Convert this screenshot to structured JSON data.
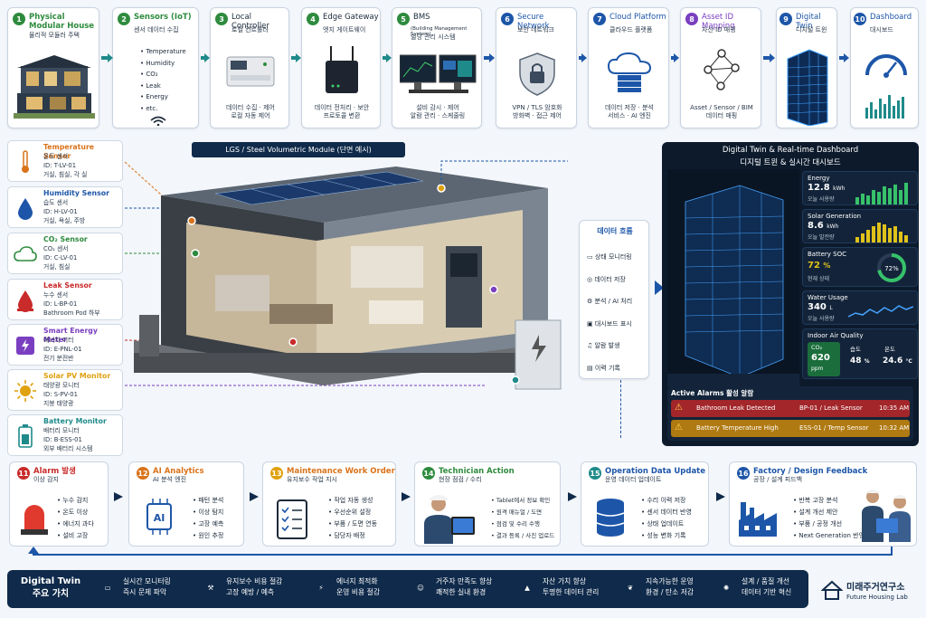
{
  "top_steps": [
    {
      "n": "1",
      "title": "Physical\nModular House",
      "sub": "물리적 모듈러 주택",
      "caption": ""
    },
    {
      "n": "2",
      "title": "Sensors (IoT)",
      "sub": "센서 데이터 수집",
      "caption": "",
      "items": [
        "Temperature",
        "Humidity",
        "CO₂",
        "Leak",
        "Energy",
        "etc."
      ]
    },
    {
      "n": "3",
      "title": "Local Controller",
      "sub": "로컬 컨트롤러",
      "caption": "데이터 수집 · 제어\n로컬 자동 제어"
    },
    {
      "n": "4",
      "title": "Edge Gateway",
      "sub": "엣지 게이트웨이",
      "caption": "데이터 전처리 · 보안\n프로토콜 변환"
    },
    {
      "n": "5",
      "title": "BMS",
      "sub": "빌딩 관리 시스템",
      "sub2": "(Building Management System)",
      "caption": "설비 감시 · 제어\n알람 관리 · 스케줄링"
    },
    {
      "n": "6",
      "title": "Secure Network",
      "sub": "보안 네트워크",
      "caption": "VPN / TLS 암호화\n방화벽 · 접근 제어"
    },
    {
      "n": "7",
      "title": "Cloud Platform",
      "sub": "클라우드 플랫폼",
      "caption": "데이터 저장 · 분석\n서비스 · AI 엔진"
    },
    {
      "n": "8",
      "title": "Asset ID Mapping",
      "sub": "자산 ID 매핑",
      "caption": "Asset / Sensor / BIM\n데이터 매핑"
    },
    {
      "n": "9",
      "title": "Digital Twin",
      "sub": "디지털 트윈",
      "caption": ""
    },
    {
      "n": "10",
      "title": "Dashboard",
      "sub": "대시보드",
      "caption": ""
    }
  ],
  "sensors": [
    {
      "title": "Temperature Sensor",
      "kr": "온도 센서",
      "id": "ID: T-LV-01",
      "loc": "거실, 침실, 각 실",
      "color": "#d9731a"
    },
    {
      "title": "Humidity Sensor",
      "kr": "습도 센서",
      "id": "ID: H-LV-01",
      "loc": "거실, 욕실, 주방",
      "color": "#1d56a8"
    },
    {
      "title": "CO₂ Sensor",
      "kr": "CO₂ 센서",
      "id": "ID: C-LV-01",
      "loc": "거실, 침실",
      "color": "#2e8b3e"
    },
    {
      "title": "Leak Sensor",
      "kr": "누수 센서",
      "id": "ID: L-BP-01",
      "loc": "Bathroom Pod 하부",
      "color": "#c92a2a"
    },
    {
      "title": "Smart Energy Meter",
      "kr": "에너지 미터",
      "id": "ID: E-PNL-01",
      "loc": "전기 분전반",
      "color": "#7a3fc0"
    },
    {
      "title": "Solar PV Monitor",
      "kr": "태양광 모니터",
      "id": "ID: S-PV-01",
      "loc": "지붕 태양광",
      "color": "#e0a10f"
    },
    {
      "title": "Battery Monitor",
      "kr": "배터리 모니터",
      "id": "ID: B-ESS-01",
      "loc": "외부 배터리 시스템",
      "color": "#1f8a8a"
    }
  ],
  "module_title": "LGS / Steel Volumetric Module (단면 예시)",
  "data_flow": {
    "title": "데이터 흐름",
    "items": [
      "상태 모니터링",
      "데이터 저장",
      "분석 / AI 처리",
      "대시보드 표시",
      "알람 발생",
      "이력 기록"
    ]
  },
  "dashboard": {
    "title": "Digital Twin & Real-time Dashboard",
    "title_kr": "디지털 트윈 & 실시간 대시보드",
    "kpis": [
      {
        "label": "Energy",
        "value": "12.8",
        "unit": "kWh",
        "note": "오늘 사용량"
      },
      {
        "label": "Solar Generation",
        "value": "8.6",
        "unit": "kWh",
        "note": "오늘 발전량"
      },
      {
        "label": "Battery SOC",
        "value": "72",
        "unit": "%",
        "note": "현재 상태",
        "gauge": "72%"
      },
      {
        "label": "Water Usage",
        "value": "340",
        "unit": "L",
        "note": "오늘 사용량"
      }
    ],
    "iaq": {
      "label": "Indoor Air Quality",
      "co2_label": "CO₂",
      "co2_value": "620",
      "co2_unit": "ppm",
      "hum_label": "습도",
      "hum_value": "48",
      "hum_unit": "%",
      "temp_label": "온도",
      "temp_value": "24.6",
      "temp_unit": "°C"
    },
    "battery_soc": 0.72,
    "alarms_title": "Active Alarms  활성 알람",
    "alarms": [
      {
        "text": "Bathroom Leak Detected",
        "src": "BP-01 / Leak Sensor",
        "time": "10:35 AM",
        "color": "#a3262a"
      },
      {
        "text": "Battery Temperature High",
        "src": "ESS-01 / Temp Sensor",
        "time": "10:32 AM",
        "color": "#b07a12"
      }
    ]
  },
  "bottom_steps": [
    {
      "n": "11",
      "title": "Alarm 발생",
      "sub": "이상 감지",
      "items": [
        "누수 감지",
        "온도 이상",
        "에너지 과다",
        "설비 고장"
      ],
      "color": "#c92a2a"
    },
    {
      "n": "12",
      "title": "AI Analytics",
      "sub": "AI 분석 엔진",
      "items": [
        "패턴 분석",
        "이상 탐지",
        "고장 예측",
        "원인 추정"
      ],
      "color": "#d9731a"
    },
    {
      "n": "13",
      "title": "Maintenance Work Order",
      "sub": "유지보수 작업 지시",
      "items": [
        "작업 자동 생성",
        "우선순위 설정",
        "부품 / 도면 연동",
        "담당자 배정"
      ],
      "color": "#e0a10f"
    },
    {
      "n": "14",
      "title": "Technician Action",
      "sub": "현장 점검 / 수리",
      "items": [
        "Tablet에서 정보 확인",
        "원격 매뉴얼 / 도면",
        "점검 및 수리 수행",
        "결과 등록 / 사진 업로드"
      ],
      "color": "#2e8b3e"
    },
    {
      "n": "15",
      "title": "Operation Data Update",
      "sub": "운영 데이터 업데이트",
      "items": [
        "수리 이력 저장",
        "센서 데이터 반영",
        "상태 업데이트",
        "성능 변화 기록"
      ],
      "color": "#1f8a8a"
    },
    {
      "n": "16",
      "title": "Factory / Design Feedback",
      "sub": "공장 / 설계 피드백",
      "items": [
        "반복 고장 분석",
        "설계 개선 제안",
        "부품 / 공정 개선",
        "Next Generation 반영"
      ],
      "color": "#1d56a8"
    }
  ],
  "values_bar": {
    "title": "Digital Twin",
    "title2": "주요 가치",
    "items": [
      {
        "l1": "실시간 모니터링",
        "l2": "즉시 문제 파악"
      },
      {
        "l1": "유지보수 비용 절감",
        "l2": "고장 예방 / 예측"
      },
      {
        "l1": "에너지 최적화",
        "l2": "운영 비용 절감"
      },
      {
        "l1": "거주자 만족도 향상",
        "l2": "쾌적한 실내 환경"
      },
      {
        "l1": "자산 가치 향상",
        "l2": "투명한 데이터 관리"
      },
      {
        "l1": "지속가능한 운영",
        "l2": "환경 / 탄소 저감"
      },
      {
        "l1": "설계 / 품질 개선",
        "l2": "데이터 기반 혁신"
      }
    ]
  },
  "brand": {
    "name": "미래주거연구소",
    "sub": "Future Housing Lab"
  },
  "colors": {
    "navy": "#0f2a4a",
    "green": "#2e8b3e",
    "teal": "#1f8a8a",
    "blue": "#1d56a8",
    "purple": "#7a3fc0"
  }
}
